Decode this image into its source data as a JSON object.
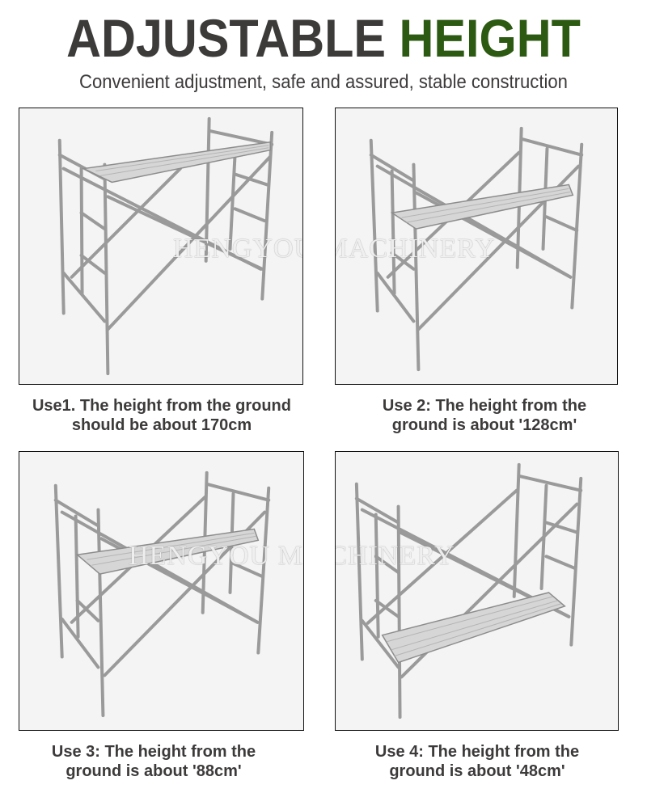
{
  "header": {
    "title_main": "ADJUSTABLE",
    "title_accent": "HEIGHT",
    "subtitle": "Convenient adjustment, safe and assured, stable construction",
    "colors": {
      "text": "#3d3a3a",
      "accent": "#2d5a12",
      "panel_bg": "#f4f4f4",
      "panel_border": "#111111"
    }
  },
  "watermark": {
    "text": "HENGYOU MACHINERY"
  },
  "panels": [
    {
      "id": "use1",
      "caption_line1": "Use1. The height from the ground",
      "caption_line2": "should be about 170cm",
      "height_value": "170cm",
      "platform_level": "top"
    },
    {
      "id": "use2",
      "caption_line1": "Use 2: The height from the",
      "caption_line2": "ground is about '128cm'",
      "height_value": "128cm",
      "platform_level": "upper-middle"
    },
    {
      "id": "use3",
      "caption_line1": "Use 3: The height from the",
      "caption_line2": "ground is about '88cm'",
      "height_value": "88cm",
      "platform_level": "middle"
    },
    {
      "id": "use4",
      "caption_line1": "Use 4: The height from the",
      "caption_line2": "ground is about '48cm'",
      "height_value": "48cm",
      "platform_level": "bottom"
    }
  ]
}
